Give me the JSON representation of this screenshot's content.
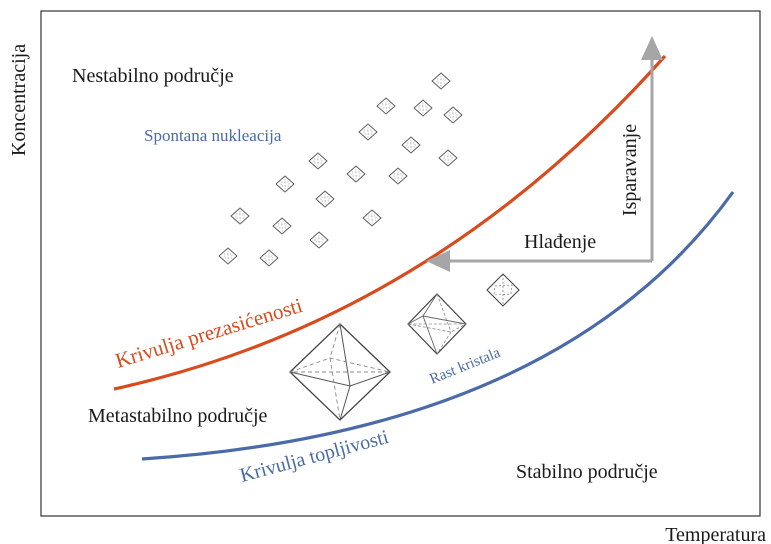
{
  "axes": {
    "x_label": "Temperatura",
    "y_label": "Koncentracija"
  },
  "regions": {
    "unstable": "Nestabilno područje",
    "metastable": "Metastabilno područje",
    "stable": "Stabilno područje"
  },
  "curves": {
    "supersaturation": {
      "label": "Krivulja prezasićenosti",
      "color": "#d94a1c"
    },
    "solubility": {
      "label": "Krivulja topljivosti",
      "color": "#4a6ba8"
    }
  },
  "annotations": {
    "nucleation": "Spontana nukleacija",
    "crystal_growth": "Rast kristala",
    "cooling": "Hlađenje",
    "evaporation": "Isparavanje"
  },
  "colors": {
    "arrow": "#a6a6a6",
    "frame": "#333333",
    "crystal_edge": "#444444"
  }
}
